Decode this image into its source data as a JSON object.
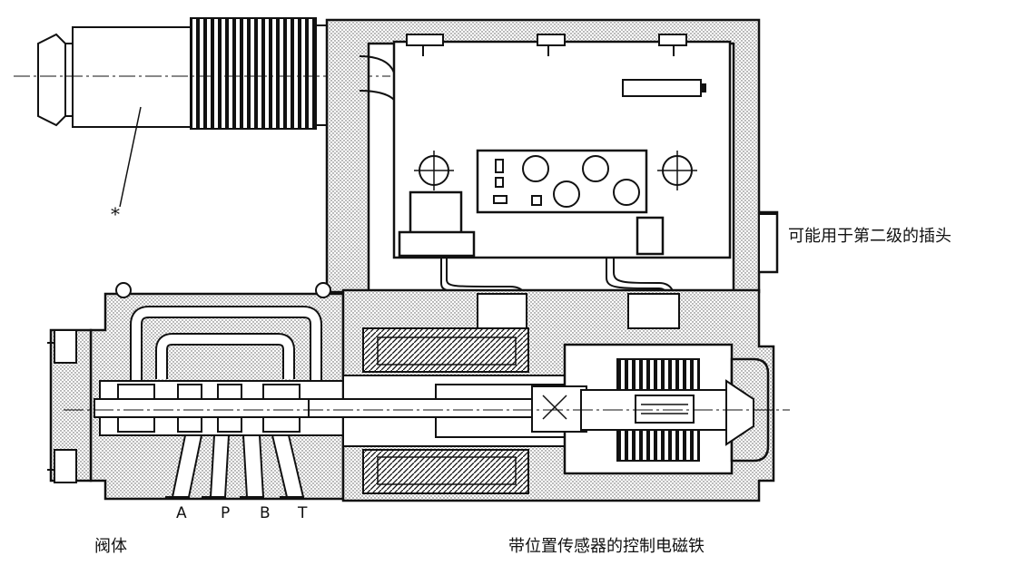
{
  "labels": {
    "star": "*",
    "plug_label": "可能用于第二级的插头",
    "valve_body_label": "阀体",
    "solenoid_label": "带位置传感器的控制电磁铁",
    "ports": [
      "A",
      "P",
      "B",
      "T"
    ]
  },
  "colors": {
    "ink": "#111111",
    "stipple": "#cfcfcf",
    "background": "#ffffff"
  }
}
